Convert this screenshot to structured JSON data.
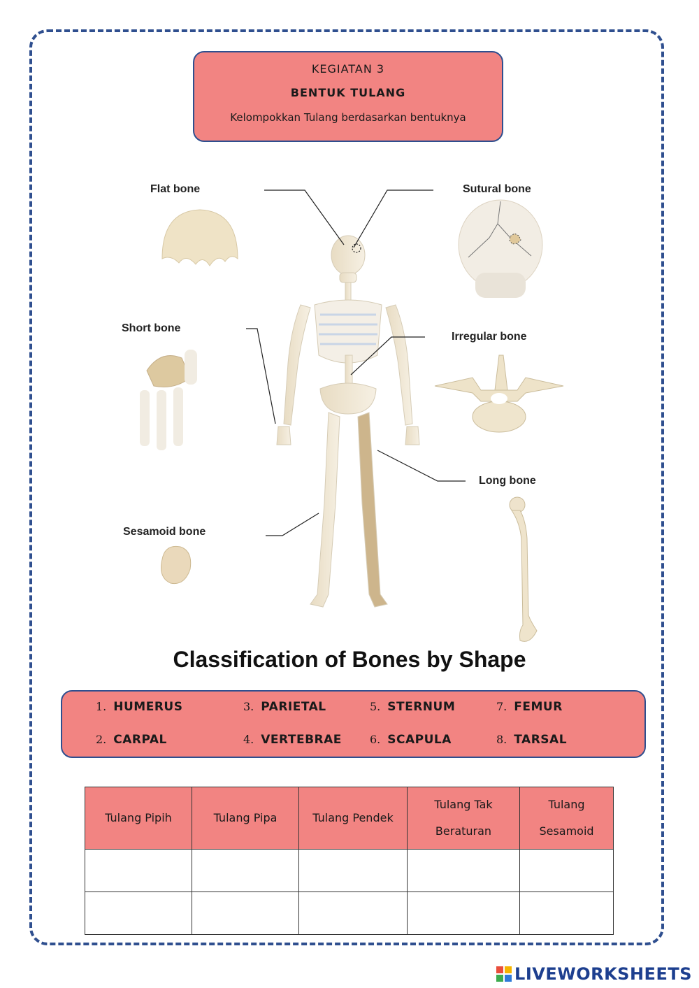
{
  "header": {
    "line1": "KEGIATAN 3",
    "line2": "BENTUK TULANG",
    "line3": "Kelompokkan Tulang berdasarkan bentuknya"
  },
  "figure": {
    "labels": {
      "flat": "Flat bone",
      "sutural": "Sutural bone",
      "short": "Short bone",
      "irregular": "Irregular bone",
      "long": "Long bone",
      "sesamoid": "Sesamoid bone"
    },
    "title": "Classification of Bones by Shape"
  },
  "word_bank": [
    {
      "num": "1.",
      "word": "HUMERUS"
    },
    {
      "num": "2.",
      "word": "CARPAL"
    },
    {
      "num": "3.",
      "word": "PARIETAL"
    },
    {
      "num": "4.",
      "word": "VERTEBRAE"
    },
    {
      "num": "5.",
      "word": "STERNUM"
    },
    {
      "num": "6.",
      "word": "SCAPULA"
    },
    {
      "num": "7.",
      "word": "FEMUR"
    },
    {
      "num": "8.",
      "word": "TARSAL"
    }
  ],
  "table": {
    "headers": [
      {
        "line1": "Tulang Pipih",
        "line2": ""
      },
      {
        "line1": "Tulang Pipa",
        "line2": ""
      },
      {
        "line1": "Tulang Pendek",
        "line2": ""
      },
      {
        "line1": "Tulang Tak",
        "line2": "Beraturan"
      },
      {
        "line1": "Tulang",
        "line2": "Sesamoid"
      }
    ]
  },
  "branding": "LIVEWORKSHEETS",
  "colors": {
    "accent": "#f28482",
    "border": "#2f4f8f",
    "bone": "#efe6d2"
  }
}
